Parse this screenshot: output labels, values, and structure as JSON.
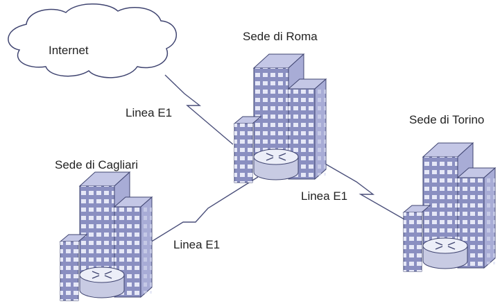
{
  "internet": {
    "label": "Internet"
  },
  "sites": {
    "roma": {
      "label": "Sede di Roma"
    },
    "torino": {
      "label": "Sede di Torino"
    },
    "cagliari": {
      "label": "Sede di Cagliari"
    }
  },
  "links": {
    "internet_roma": {
      "label": "Linea E1"
    },
    "roma_torino": {
      "label": "Linea E1"
    },
    "roma_cagliari": {
      "label": "Linea E1"
    }
  },
  "colors": {
    "building_front": "#8a8fc1",
    "building_side": "#a8acd6",
    "building_top": "#c4c7e6",
    "window": "#e6e8f7",
    "outline": "#3f4470",
    "router_body": "#c8cbe3",
    "router_top": "#eceef8",
    "line": "#4a4f7a"
  }
}
